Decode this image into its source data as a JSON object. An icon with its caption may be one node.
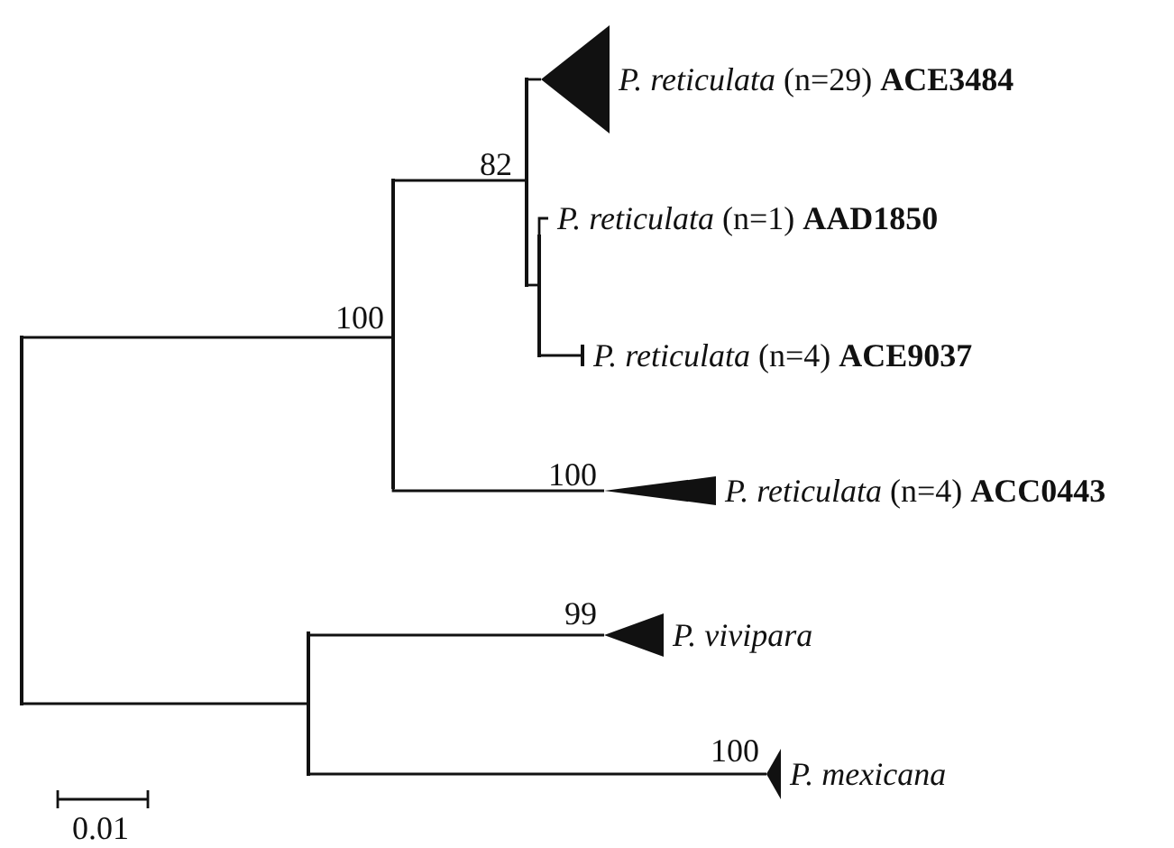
{
  "diagram": {
    "nodes": [
      {
        "text": [],
        "shape": "bar"
      },
      {
        "text": [],
        "shape": "bar",
        "beside": [
          "100"
        ]
      },
      {
        "text": [],
        "shape": "bar",
        "beside": [
          "82"
        ]
      },
      {
        "text": [
          "*P. reticulata* (n=29) **ACE3484**"
        ]
      },
      {
        "text": [],
        "shape": "bar"
      },
      {
        "text": [
          "*P. reticulata* (n=1) **AAD1850**"
        ]
      },
      {
        "text": [
          "*P. reticulata* (n=4) **ACE9037**"
        ]
      },
      {
        "text": [
          "*P. reticulata* (n=4) **ACC0443**"
        ],
        "beside": [
          "100"
        ]
      },
      {
        "text": [],
        "shape": "bar"
      },
      {
        "text": [
          "*P. vivipara*"
        ],
        "beside": [
          "99"
        ]
      },
      {
        "text": [
          "*P. mexicana*"
        ],
        "beside": [
          "100"
        ]
      }
    ],
    "edges": [
      {
        "from": 0,
        "to": 1,
        "arrow": "none"
      },
      {
        "from": 1,
        "to": 2,
        "arrow": "none"
      },
      {
        "from": 2,
        "to": 3,
        "arrow": "none"
      },
      {
        "from": 2,
        "to": 4,
        "arrow": "none"
      },
      {
        "from": 4,
        "to": 5,
        "arrow": "none"
      },
      {
        "from": 4,
        "to": 6,
        "arrow": "none"
      },
      {
        "from": 1,
        "to": 7,
        "arrow": "none"
      },
      {
        "from": 0,
        "to": 8,
        "arrow": "none"
      },
      {
        "from": 8,
        "to": 9,
        "arrow": "none"
      },
      {
        "from": 8,
        "to": 10,
        "arrow": "none"
      }
    ],
    "labels": [
      "0.01"
    ]
  }
}
